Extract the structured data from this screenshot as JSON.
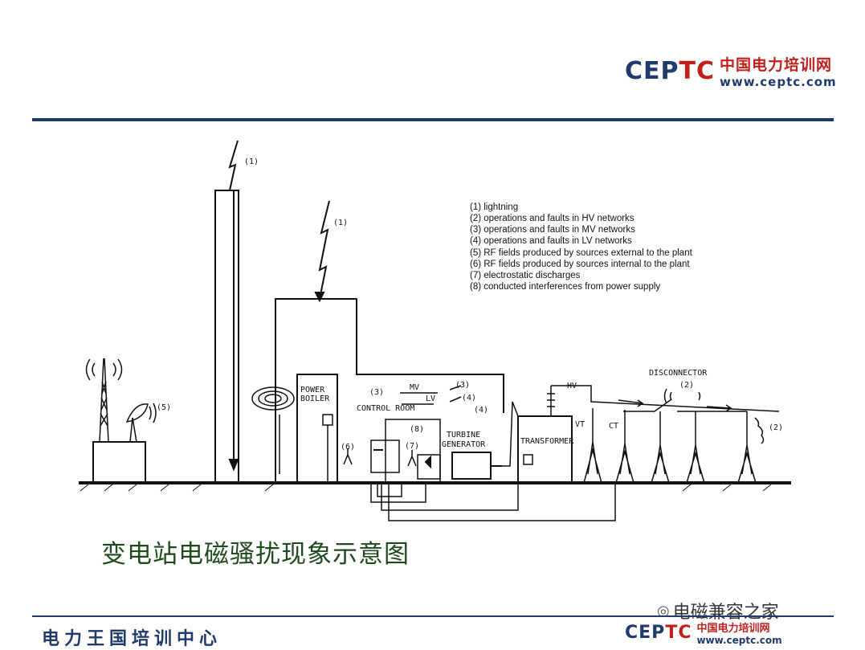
{
  "logo_top": {
    "mark_left": "CEP",
    "mark_tc": "TC",
    "cn": "中国电力培训网",
    "url": "www.ceptc.com"
  },
  "logo_bottom": {
    "mark_left": "CEP",
    "mark_tc": "TC",
    "cn": "中国电力培训网",
    "url": "www.ceptc.com"
  },
  "caption": "变电站电磁骚扰现象示意图",
  "footer": "电力王国培训中心",
  "watermark": {
    "icon": "wechat-icon",
    "text": "电磁兼容之家"
  },
  "legend": [
    "(1) lightning",
    "(2) operations and faults in HV networks",
    "(3) operations and faults in MV networks",
    "(4) operations and faults in LV networks",
    "(5) RF fields produced by sources external to the plant",
    "(6) RF fields produced by sources internal to the plant",
    "(7) electrostatic discharges",
    "(8) conducted interferences from power supply"
  ],
  "diagram": {
    "lightning_label": "(1)",
    "rf_label": "(5)",
    "power_boiler": [
      "POWER",
      "BOILER"
    ],
    "control_room": "CONTROL ROOM",
    "mv": "MV",
    "lv": "LV",
    "label_3a": "(3)",
    "label_3b": "(3)",
    "label_4a": "(4)",
    "label_4b": "(4)",
    "label_6": "(6)",
    "label_7": "(7)",
    "label_8": "(8)",
    "turbine_generator": [
      "TURBINE",
      "GENERATOR"
    ],
    "transformer": "TRANSFORMER",
    "hv": "HV",
    "vt": "VT",
    "ct": "CT",
    "disconnector": "DISCONNECTOR",
    "label_2a": "(2)",
    "label_2b": "(2)"
  },
  "colors": {
    "brand_blue": "#1f3a6b",
    "brand_red": "#c0201c",
    "caption_green": "#1e4a1e"
  }
}
